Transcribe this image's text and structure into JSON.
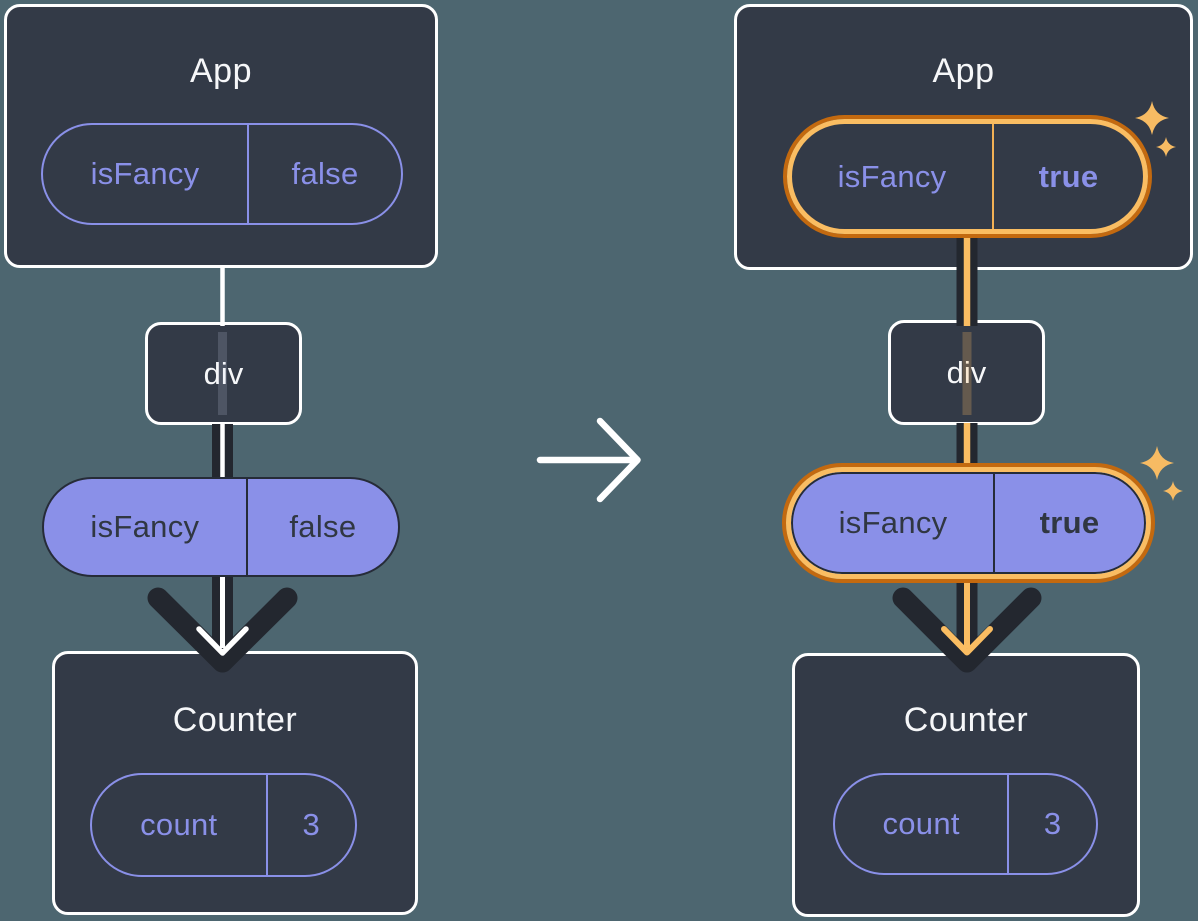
{
  "diagram_title": "passing isFancy prop from App through div to Counter",
  "colors": {
    "background": "#4D6670",
    "card_background": "#333A47",
    "card_border": "#FFFFFF",
    "purple_accent": "#8A90E8",
    "dark_text": "#303742",
    "dark_line": "#23272F",
    "orange_dark": "#C3690F",
    "orange_light": "#FABD62",
    "sparkle": "#F7BB63",
    "white": "#FFFFFF"
  },
  "icons": {
    "transition": "arrow-right-icon",
    "highlight": "sparkle-icon",
    "flow": "arrow-down-icon"
  },
  "left": {
    "app": {
      "title": "App",
      "prop_name": "isFancy",
      "prop_value": "false"
    },
    "div": {
      "label": "div"
    },
    "prop_pill": {
      "name": "isFancy",
      "value": "false"
    },
    "counter": {
      "title": "Counter",
      "state_name": "count",
      "state_value": "3"
    }
  },
  "right": {
    "app": {
      "title": "App",
      "prop_name": "isFancy",
      "prop_value": "true"
    },
    "div": {
      "label": "div"
    },
    "prop_pill": {
      "name": "isFancy",
      "value": "true"
    },
    "counter": {
      "title": "Counter",
      "state_name": "count",
      "state_value": "3"
    }
  }
}
